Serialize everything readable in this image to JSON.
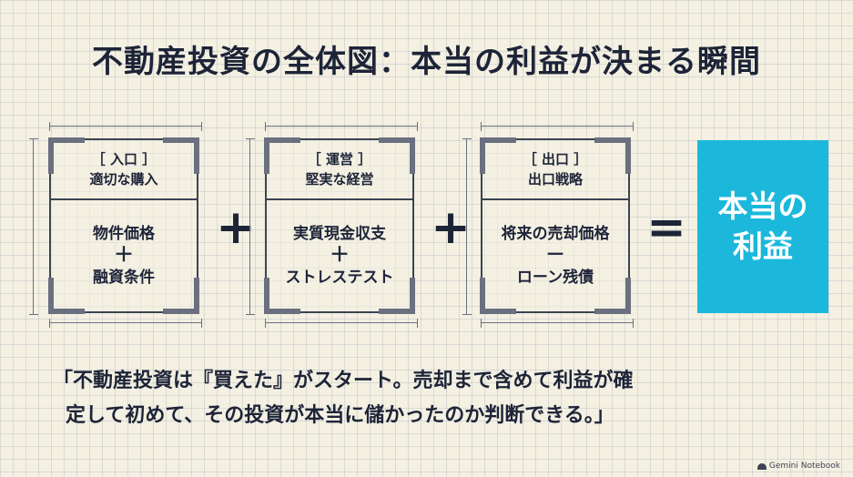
{
  "title": "不動産投資の全体図：本当の利益が決まる瞬間",
  "boxes": [
    {
      "tag": "［ 入口 ］",
      "subtitle": "適切な購入",
      "line1": "物件価格",
      "operator": "＋",
      "line2": "融資条件"
    },
    {
      "tag": "［ 運営 ］",
      "subtitle": "堅実な経営",
      "line1": "実質現金収支",
      "operator": "＋",
      "line2": "ストレステスト"
    },
    {
      "tag": "［ 出口 ］",
      "subtitle": "出口戦略",
      "line1": "将来の売却価格",
      "operator": "－",
      "line2": "ローン残債"
    }
  ],
  "operators": {
    "plus1": "+",
    "plus2": "+",
    "equals": "="
  },
  "result": {
    "line1": "本当の",
    "line2": "利益"
  },
  "quote": {
    "line1": "「不動産投資は『買えた』がスタート。売却まで含めて利益が確",
    "line2": "定して初めて、その投資が本当に儲かったのか判断できる。」"
  },
  "brand": "Gemini Notebook"
}
